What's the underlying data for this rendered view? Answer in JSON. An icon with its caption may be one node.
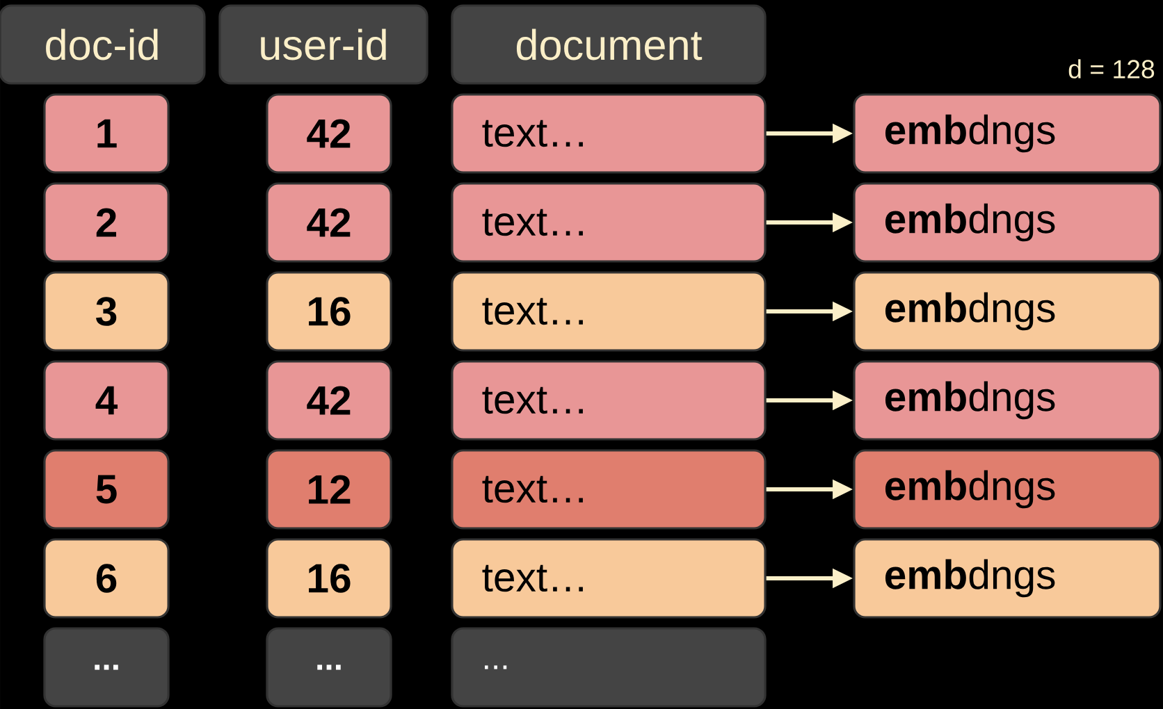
{
  "diagram": {
    "nodes": [
      {
        "text": [
          "doc-id"
        ]
      },
      {
        "text": [
          "user-id"
        ]
      },
      {
        "text": [
          "document"
        ]
      },
      {
        "text": [
          "1"
        ]
      },
      {
        "text": [
          "42"
        ]
      },
      {
        "text": [
          "text…"
        ]
      },
      {
        "text": [
          "**emb**dngs"
        ]
      },
      {
        "text": [
          "2"
        ]
      },
      {
        "text": [
          "42"
        ]
      },
      {
        "text": [
          "text…"
        ]
      },
      {
        "text": [
          "**emb**dngs"
        ]
      },
      {
        "text": [
          "3"
        ]
      },
      {
        "text": [
          "16"
        ]
      },
      {
        "text": [
          "text…"
        ]
      },
      {
        "text": [
          "**emb**dngs"
        ]
      },
      {
        "text": [
          "4"
        ]
      },
      {
        "text": [
          "42"
        ]
      },
      {
        "text": [
          "text…"
        ]
      },
      {
        "text": [
          "**emb**dngs"
        ]
      },
      {
        "text": [
          "5"
        ]
      },
      {
        "text": [
          "12"
        ]
      },
      {
        "text": [
          "text…"
        ]
      },
      {
        "text": [
          "**emb**dngs"
        ]
      },
      {
        "text": [
          "6"
        ]
      },
      {
        "text": [
          "16"
        ]
      },
      {
        "text": [
          "text…"
        ]
      },
      {
        "text": [
          "**emb**dngs"
        ]
      },
      {
        "text": [
          "..."
        ]
      },
      {
        "text": [
          "..."
        ]
      },
      {
        "text": [
          "..."
        ]
      }
    ],
    "edges": [
      {
        "from": 5,
        "to": 6,
        "arrow": "to"
      },
      {
        "from": 9,
        "to": 10,
        "arrow": "to"
      },
      {
        "from": 13,
        "to": 14,
        "arrow": "to"
      },
      {
        "from": 17,
        "to": 18,
        "arrow": "to"
      },
      {
        "from": 21,
        "to": 22,
        "arrow": "to"
      },
      {
        "from": 25,
        "to": 26,
        "arrow": "to"
      }
    ],
    "labels": [
      "d = 128"
    ]
  }
}
